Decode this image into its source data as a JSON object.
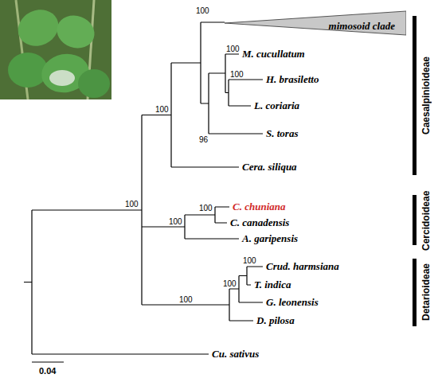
{
  "diagram": {
    "nodes": [
      {
        "text": [
          "mimosoid clade"
        ]
      }
    ],
    "labels": [
      "100",
      "100",
      "M. cucullatum",
      "100",
      "H. brasiletto",
      "L. coriaria",
      "100",
      "S. toras",
      "96",
      "Cera. siliqua",
      "100",
      "C. chuniana",
      "100",
      "C. canadensis",
      "100",
      "A. garipensis",
      "100",
      "Crud. harmsiana",
      "100",
      "T. indica",
      "G. leonensis",
      "100",
      "D. pilosa",
      "Cu. sativus",
      "0.04",
      "Caesalpinioideae",
      "Cercidoideae",
      "Detarioideae"
    ]
  }
}
